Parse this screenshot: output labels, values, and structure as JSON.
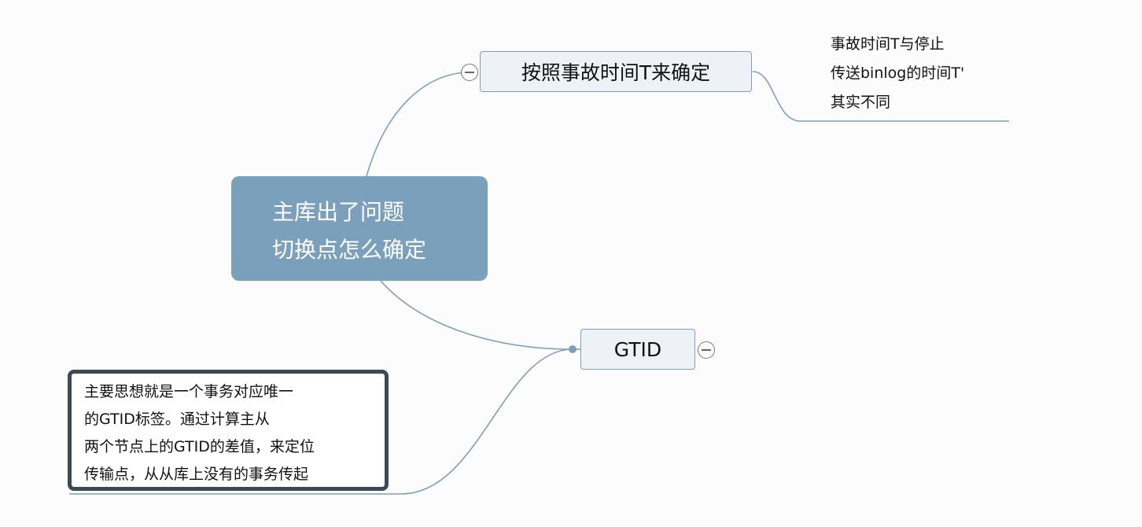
{
  "central_topic": {
    "lines": [
      "主库出了问题",
      "切换点怎么确定"
    ]
  },
  "topics": [
    {
      "label": "按照事故时间T来确定",
      "note": {
        "lines": [
          "事故时间T与停止",
          "传送binlog的时间T'",
          "其实不同"
        ]
      }
    },
    {
      "label": "GTID",
      "note": {
        "lines": [
          "主要思想就是一个事务对应唯一",
          "的GTID标签。通过计算主从",
          "两个节点上的GTID的差值，来定位",
          "传输点，从从库上没有的事务传起"
        ]
      }
    }
  ],
  "colors": {
    "central_fill": "#7ba0bc",
    "topic_fill": "#eef2f6",
    "connector": "#7e9fba",
    "note_border": "#3c4a56"
  },
  "icons": [
    "collapse-icon",
    "connector-dot-icon"
  ]
}
